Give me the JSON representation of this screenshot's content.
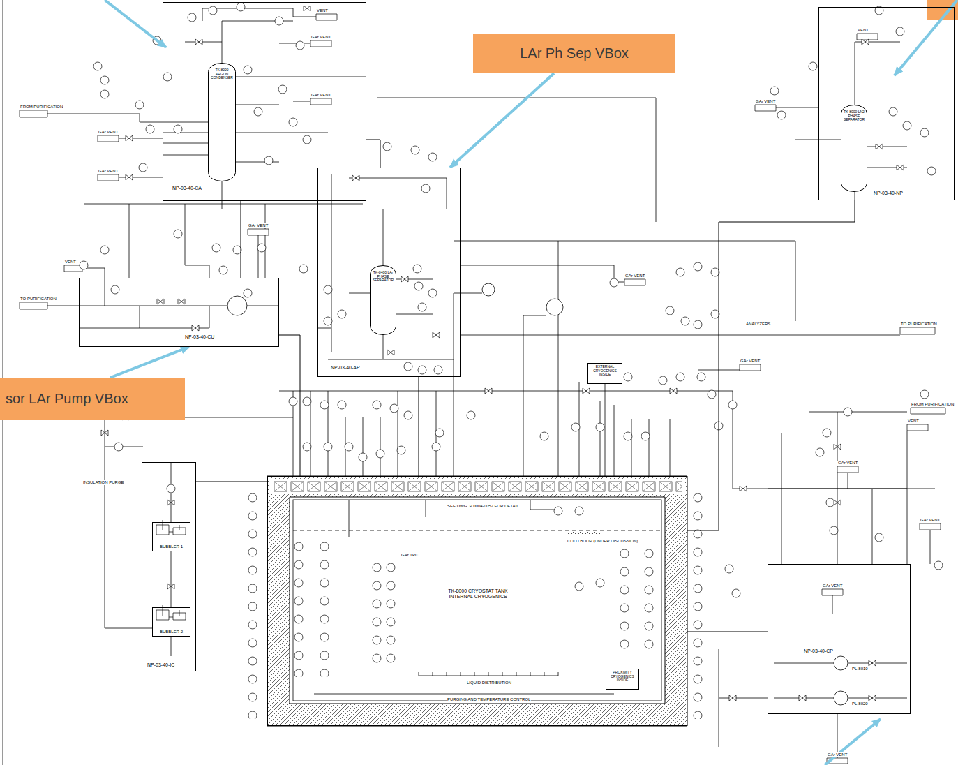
{
  "diagram": {
    "nodes": [
      {
        "text": [
          "NP-03-40-CA"
        ]
      },
      {
        "text": [
          "TK-8000 ARGON CONDENSER"
        ],
        "in": 0
      },
      {
        "text": [
          "LAr Ph Sep VBox"
        ]
      },
      {
        "text": [
          "NP-03-40-NP"
        ]
      },
      {
        "text": [
          "TK-8000 LN2 PHASE SEPARATOR"
        ],
        "in": 3
      },
      {
        "text": [
          "NP-03-40-CU"
        ]
      },
      {
        "text": [
          "NP-03-40-AP"
        ]
      },
      {
        "text": [
          "TK-8400 LAr PHASE SEPARATOR"
        ],
        "in": 6
      },
      {
        "text": [
          "EXTERNAL CRYOGENICS INSIDE"
        ]
      },
      {
        "text": [
          "sor LAr Pump VBox"
        ]
      },
      {
        "text": [
          "NP-03-40-IC"
        ]
      },
      {
        "text": [
          "BUBBLER 1"
        ],
        "in": 10
      },
      {
        "text": [
          "BUBBLER 2"
        ],
        "in": 10
      },
      {
        "text": [
          "TK-8000 CRYOSTAT TANK INTERNAL CRYOGENICS"
        ]
      },
      {
        "text": [
          "PROXIMITY CRYOGENICS INSIDE"
        ],
        "in": 13
      },
      {
        "text": [
          "NP-03-40-CP"
        ]
      }
    ],
    "edges": [
      {
        "from": 2,
        "to": 6,
        "arrow": "to"
      },
      {
        "from": 9,
        "to": 5,
        "arrow": "to"
      },
      {
        "from": 0,
        "to": 5,
        "arrow": "none"
      },
      {
        "from": 0,
        "to": 6,
        "arrow": "none"
      },
      {
        "from": 6,
        "to": 13,
        "arrow": "none"
      },
      {
        "from": 3,
        "to": 13,
        "arrow": "none"
      },
      {
        "from": 15,
        "to": 13,
        "arrow": "none"
      },
      {
        "from": 10,
        "to": 13,
        "arrow": "none"
      },
      {
        "from": 5,
        "to": 13,
        "arrow": "none"
      }
    ],
    "labels": [
      "VENT",
      "GAr VENT",
      "GAr VENT",
      "GAr VENT",
      "GAr VENT",
      "FROM PURIFICATION",
      "VENT",
      "TO PURIFICATION",
      "GAr VENT",
      "GAr VENT",
      "ANALYZERS",
      "TO PURIFICATION",
      "VENT",
      "GAr VENT",
      "GAr VENT",
      "INSULATION PURGE",
      "VENT",
      "FROM PURIFICATION",
      "GAr VENT",
      "GAr VENT",
      "GAr VENT",
      "GAr VENT",
      "SEE DWG. P 0004-0052 FOR DETAIL",
      "GAr TPC",
      "COLD BOOP (UNDER DISCUSSION)",
      "LIQUID DISTRIBUTION",
      "PURGING AND TEMPERATURE CONTROL",
      "PL-8010",
      "PL-8020"
    ]
  }
}
